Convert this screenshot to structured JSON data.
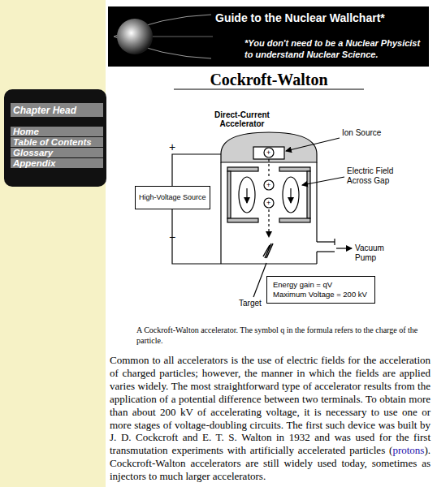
{
  "diagram": {
    "title": "Cockroft-Walton",
    "caption": "A Cockroft-Walton accelerator. The symbol q in the formula refers to the charge of the particle.",
    "nodes": [
      {
        "text": [
          "Guide to the Nuclear Wallchart*",
          "*You don't need to be a Nuclear Physicist to understand Nuclear Science."
        ]
      },
      {
        "text": [
          "Chapter Head"
        ]
      },
      {
        "text": [
          "Home"
        ]
      },
      {
        "text": [
          "Table of Contents"
        ]
      },
      {
        "text": [
          "Glossary"
        ]
      },
      {
        "text": [
          "Appendix"
        ]
      },
      {
        "text": [
          "High-Voltage Source"
        ]
      },
      {
        "text": [
          "Energy gain = qV",
          "Maximum Voltage = 200 kV"
        ]
      }
    ],
    "labels": [
      "Direct-Current Accelerator",
      "+",
      "+",
      "+",
      "Ion Source",
      "Electric Field Across Gap",
      "+",
      "−",
      "Vacuum Pump",
      "Target",
      "Common to all accelerators is the use of electric fields for the acceleration of charged particles; however, the manner in which the fields are applied varies widely. The most straightforward type of accelerator results from the application of a potential difference between two terminals. To obtain more than about 200 kV of accelerating voltage, it is necessary to use one or more stages of voltage-doubling circuits. The first such device was built by J. D. Cockcroft and E. T. S. Walton in 1932 and was used for the first transmutation experiments with artificially accelerated particles (",
      "protons",
      "). Cockcroft-Walton accelerators are still widely used today, sometimes as injectors to much larger accelerators."
    ]
  }
}
